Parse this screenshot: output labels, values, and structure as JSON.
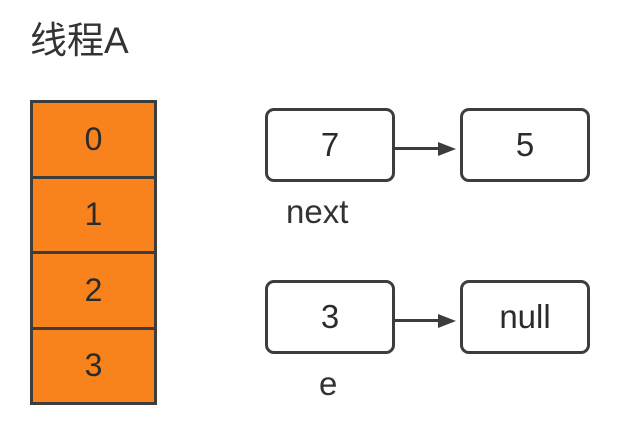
{
  "diagram": {
    "title": "线程A",
    "bucket_table": {
      "name": "hash-bucket-array",
      "cells": [
        "0",
        "1",
        "2",
        "3"
      ],
      "fill_color": "#f8821c",
      "border_color": "#3d3d3d"
    },
    "node_rows": [
      {
        "head_value": "7",
        "tail_value": "5",
        "label": "next",
        "arrow": "right-arrow"
      },
      {
        "head_value": "3",
        "tail_value": "null",
        "label": "e",
        "arrow": "right-arrow"
      }
    ]
  }
}
